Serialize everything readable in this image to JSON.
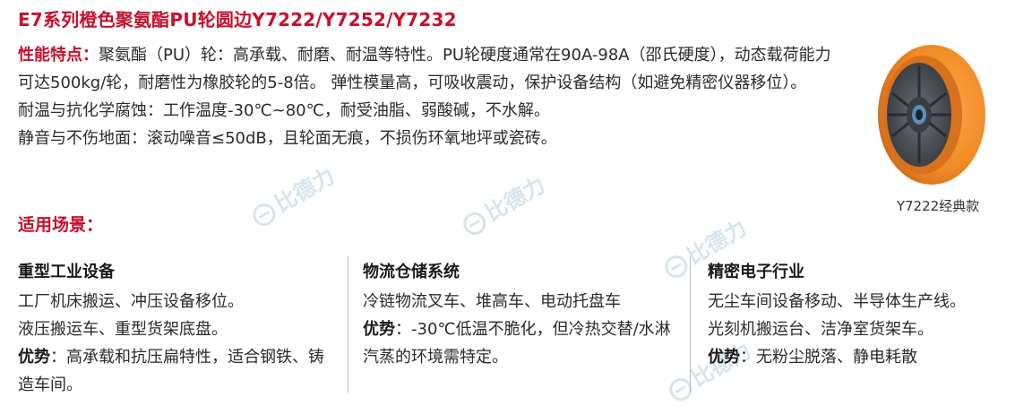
{
  "title": "E7系列橙色聚氨酯PU轮圆边Y7222/Y7252/Y7232",
  "features": {
    "label": "性能特点：",
    "line1": "聚氨酯（PU）轮：高承载、耐磨、耐温等特性。PU轮硬度通常在90A-98A（邵氏硬度），动态载荷能力可达500kg/轮，耐磨性为橡胶轮的5-8倍。 弹性模量高，可吸收震动，保护设备结构（如避免精密仪器移位）。",
    "line2": "耐温与抗化学腐蚀：工作温度-30℃~80℃，耐受油脂、弱酸碱，不水解。",
    "line3": "静音与不伤地面：滚动噪音≤50dB，且轮面无痕，不损伤环氧地坪或瓷砖。"
  },
  "product_caption": "Y7222经典款",
  "watermark": "比德力",
  "scenes": {
    "title": "适用场景：",
    "columns": [
      {
        "heading": "重型工业设备",
        "lines": [
          "工厂机床搬运、冲压设备移位。",
          "液压搬运车、重型货架底盘。"
        ],
        "adv_label": "优势",
        "adv_text": "：高承载和抗压扁特性，适合钢铁、铸造车间。"
      },
      {
        "heading": "物流仓储系统",
        "lines": [
          "冷链物流叉车、堆高车、电动托盘车"
        ],
        "adv_label": "优势",
        "adv_text": "：-30℃低温不脆化，但冷热交替/水淋汽蒸的环境需特定。"
      },
      {
        "heading": "精密电子行业",
        "lines": [
          "无尘车间设备移动、半导体生产线。",
          "光刻机搬运台、洁净室货架车。"
        ],
        "adv_label": "优势",
        "adv_text": "：无粉尘脱落、静电耗散"
      }
    ]
  },
  "colors": {
    "accent": "#c8102e",
    "wheel_orange": "#f08a24",
    "hub_gray": "#4a4f55",
    "watermark": "#c9dbe8"
  }
}
